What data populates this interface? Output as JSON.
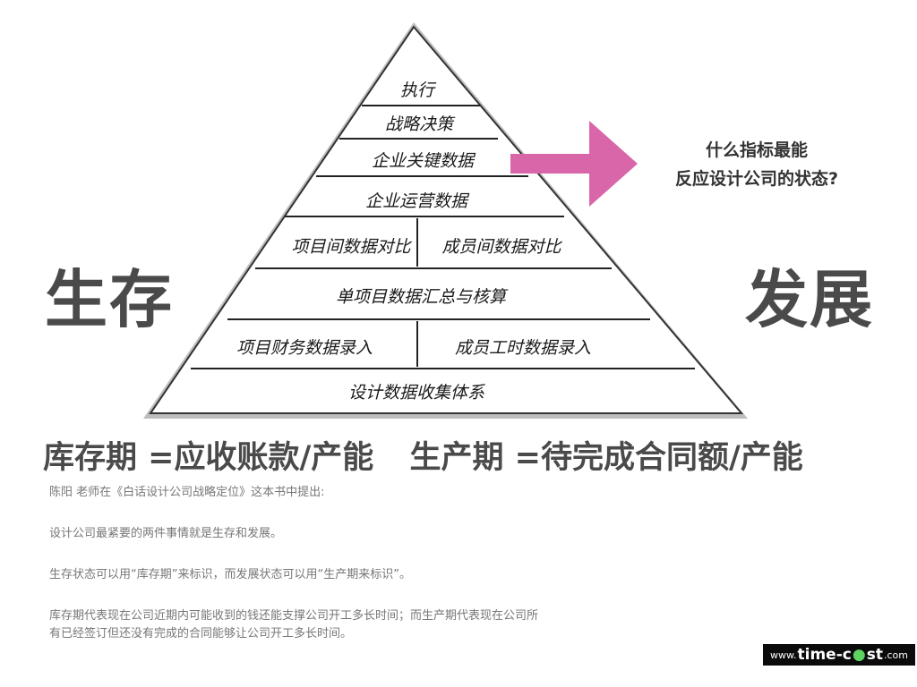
{
  "pyramid": {
    "layers": {
      "l1": "执行",
      "l2": "战略决策",
      "l3": "企业关键数据",
      "l4": "企业运营数据",
      "l5_left": "项目间数据对比",
      "l5_right": "成员间数据对比",
      "l6": "单项目数据汇总与核算",
      "l7_left": "项目财务数据录入",
      "l7_right": "成员工时数据录入",
      "l8": "设计数据收集体系"
    },
    "arrow_color": "#d966a8"
  },
  "question": {
    "line1": "什么指标最能",
    "line2": "反应设计公司的状态?"
  },
  "big": {
    "left": "生存",
    "right": "发展"
  },
  "formula": {
    "left": "库存期 =应收账款/产能",
    "right": "生产期 =待完成合同额/产能"
  },
  "body": {
    "p1": "陈阳 老师在《白话设计公司战略定位》这本书中提出:",
    "p2": "设计公司最紧要的两件事情就是生存和发展。",
    "p3": "生存状态可以用“库存期”来标识，而发展状态可以用“生产期来标识”。",
    "p4a": "库存期代表现在公司近期内可能收到的钱还能支撑公司开工多长时间；而生产期代表现在公司所",
    "p4b": "有已经签订但还没有完成的合同能够让公司开工多长时间。"
  },
  "logo": {
    "prefix": "www.",
    "name_a": "time-c",
    "name_b": "st",
    "suffix": ".com"
  }
}
